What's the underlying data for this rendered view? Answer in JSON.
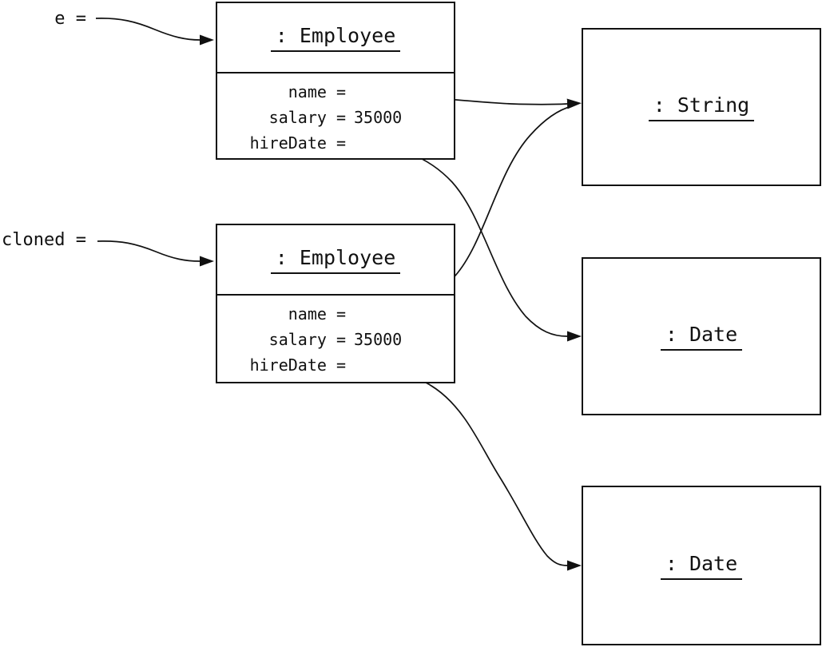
{
  "background": "#ffffff",
  "line_color": "#111111",
  "variables": [
    {
      "id": "e",
      "label": "e ="
    },
    {
      "id": "cloned",
      "label": "cloned ="
    }
  ],
  "objects": {
    "employee1": {
      "title": ": Employee",
      "fields": [
        {
          "label": "name =",
          "value": ""
        },
        {
          "label": "salary =",
          "value": "35000"
        },
        {
          "label": "hireDate =",
          "value": ""
        }
      ]
    },
    "employee2": {
      "title": ": Employee",
      "fields": [
        {
          "label": "name =",
          "value": ""
        },
        {
          "label": "salary =",
          "value": "35000"
        },
        {
          "label": "hireDate =",
          "value": ""
        }
      ]
    },
    "string1": {
      "title": ": String"
    },
    "date1": {
      "title": ": Date"
    },
    "date2": {
      "title": ": Date"
    }
  },
  "references": [
    {
      "id": "e-to-employee1",
      "from": "e",
      "to": "employee1"
    },
    {
      "id": "cloned-to-employee2",
      "from": "cloned",
      "to": "employee2"
    },
    {
      "id": "employee1-name-to-string1",
      "from": "employee1.name",
      "to": "string1"
    },
    {
      "id": "employee2-name-to-string1",
      "from": "employee2.name",
      "to": "string1"
    },
    {
      "id": "employee1-hiredate-to-date1",
      "from": "employee1.hireDate",
      "to": "date1"
    },
    {
      "id": "employee2-hiredate-to-date2",
      "from": "employee2.hireDate",
      "to": "date2"
    }
  ]
}
